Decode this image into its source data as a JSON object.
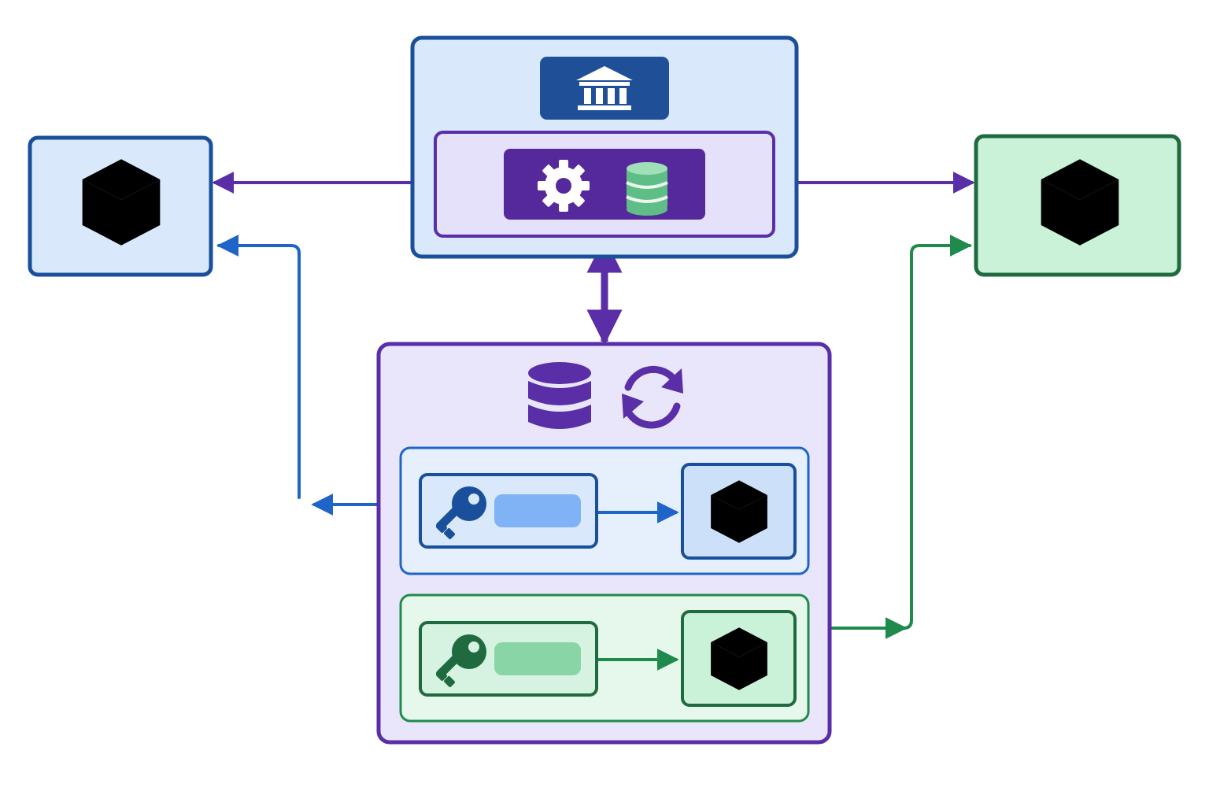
{
  "colors": {
    "background": "#ffffff",
    "blue_dark": "#1a4f9c",
    "blue_mid": "#1f64c8",
    "blue_light_fill": "#d9e8fb",
    "blue_lighter_fill": "#e6f0fd",
    "blue_cube_light": "#7fb3f5",
    "blue_cube_mid": "#4a8eea",
    "blue_cube_dark": "#2f73d6",
    "navy_badge": "#1f4f96",
    "purple_dark": "#5a2ea6",
    "purple_mid": "#6a3aac",
    "purple_light_fill": "#e6e1fa",
    "purple_panel_fill": "#e9e6fb",
    "purple_badge": "#55289c",
    "green_dark": "#1f6b3f",
    "green_mid": "#1f8a4c",
    "green_light_fill": "#c9f2d9",
    "green_lighter_fill": "#e6f8ec",
    "green_cube_light": "#8ad5a6",
    "green_cube_mid": "#5fbe85",
    "green_cube_dark": "#3da46a",
    "white": "#ffffff"
  },
  "nodes": {
    "central_service": {
      "icon": "bank-icon",
      "inner_icons": [
        "gear-icon",
        "database-icon"
      ]
    },
    "left_node": {
      "icon": "cube-icon"
    },
    "right_node": {
      "icon": "cube-icon"
    },
    "data_store": {
      "icons": [
        "database-icon",
        "sync-icon"
      ],
      "lanes": [
        {
          "key_icon": "key-icon",
          "target_icon": "cube-icon",
          "theme": "blue"
        },
        {
          "key_icon": "key-icon",
          "target_icon": "cube-icon",
          "theme": "green"
        }
      ]
    }
  },
  "connections": [
    {
      "from": "central-service",
      "to": "left-node",
      "style": "bidirectional",
      "theme": "purple"
    },
    {
      "from": "central-service",
      "to": "right-node",
      "style": "bidirectional",
      "theme": "purple"
    },
    {
      "from": "central-service",
      "to": "data-store",
      "style": "bidirectional",
      "theme": "purple"
    },
    {
      "from": "blue-lane",
      "to": "left-node",
      "style": "directed",
      "theme": "blue"
    },
    {
      "from": "green-lane",
      "to": "right-node",
      "style": "directed",
      "theme": "green"
    }
  ]
}
